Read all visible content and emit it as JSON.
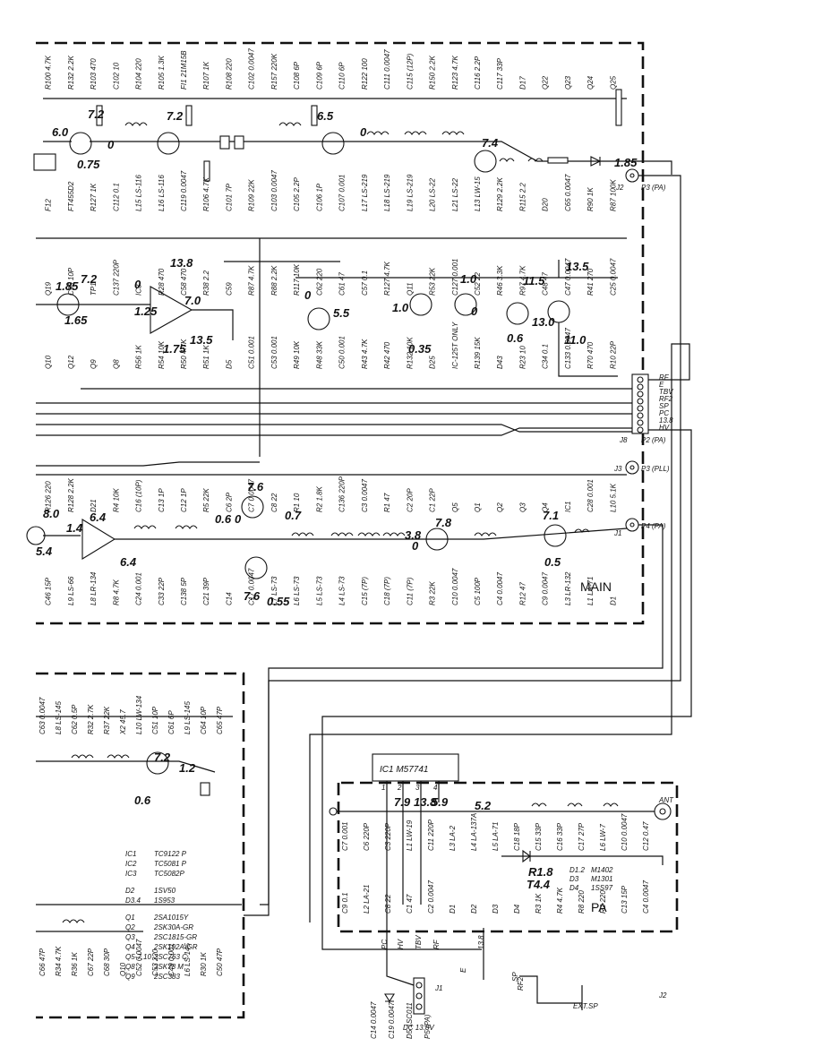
{
  "main_section": {
    "title": "MAIN",
    "voltages": [
      "6.0",
      "0.75",
      "7.2",
      "0",
      "7.2",
      "6.5",
      "0",
      "7.4",
      "1.85",
      "1.85",
      "7.2",
      "1.65",
      "13.8",
      "7.0",
      "1.25",
      "0",
      "1.75",
      "13.5",
      "0",
      "5.5",
      "1.0",
      "1.0",
      "0",
      "0.35",
      "11.5",
      "13.0",
      "0.6",
      "13.5",
      "11.0",
      "8.0",
      "6.4",
      "1.4",
      "5.4",
      "6.4",
      "7.6",
      "0",
      "0.7",
      "7.6",
      "0.55",
      "3.8",
      "7.8",
      "0",
      "7.1",
      "0.5",
      "0.6"
    ],
    "components": [
      "R100 4.7K",
      "R132 2.2K",
      "R103 470",
      "C102 10",
      "R104 220",
      "R105 1.3K",
      "FI1 21M15B",
      "R107 1K",
      "R108 220",
      "C102 0.0047",
      "R157 220K",
      "C108 6P",
      "C109 6P",
      "C110 6P",
      "R122 100",
      "C111 0.0047",
      "C115 (12P)",
      "R150 2.2K",
      "R123 4.7K",
      "C116 2.2P",
      "C117 33P",
      "D17",
      "Q22",
      "Q23",
      "Q24",
      "Q25",
      "F12",
      "FT455D2",
      "R127 1K",
      "C112 0.1",
      "L15 LS-116",
      "L16 LS-116",
      "C119 0.0047",
      "R106 4.7K",
      "C101 7P",
      "R109 22K",
      "C103 0.0047",
      "C105 2.2P",
      "C106 1P",
      "C107 0.001",
      "L17 LS-219",
      "L18 LS-219",
      "L19 LS-219",
      "L20 LS-22",
      "L21 LS-22",
      "L13 LW-15",
      "R129 2.2K",
      "R115 2.2",
      "D20",
      "C65 0.0047",
      "R90 1K",
      "R87 100K",
      "Q19",
      "C90 10P",
      "TP1",
      "C137 220P",
      "IC3",
      "R28 470",
      "C58 470",
      "R38 2.2",
      "C59",
      "R87 4.7K",
      "R88 2.2K",
      "R117 10K",
      "C62 220",
      "C61 47",
      "C57 0.1",
      "R127 4.7K",
      "Q11",
      "R53 22K",
      "C127 0.001",
      "C52 22",
      "R46 3.3K",
      "R97 4.7K",
      "C48 47",
      "C47 0.0047",
      "R41 270",
      "C25 0.0047",
      "Q10",
      "Q12",
      "Q9",
      "Q8",
      "R56 1K",
      "R54 10K",
      "R50 4.7K",
      "R51 1K",
      "D5",
      "C51 0.001",
      "C53 0.001",
      "R49 10K",
      "R48 33K",
      "C50 0.001",
      "R43 4.7K",
      "R42 470",
      "R132 10K",
      "D25",
      "IC-125T ONLY",
      "R139 15K",
      "D43",
      "R23 10",
      "C34 0.1",
      "C133 0.0047",
      "R70 470",
      "R10 22P",
      "R126 220",
      "R128 2.2K",
      "D21",
      "R4 10K",
      "C16 (10P)",
      "C13 1P",
      "C12 1P",
      "R5 22K",
      "C6 2P",
      "C7 0.0047",
      "C8 22",
      "R1 10",
      "R2 1.8K",
      "C136 220P",
      "C3 0.0047",
      "R1 47",
      "C2 20P",
      "C1 22P",
      "Q5",
      "Q1",
      "Q2",
      "Q3",
      "Q4",
      "IC1",
      "C28 0.001",
      "L10 5.1K",
      "C46 15P",
      "L9 LS-66",
      "L8 LR-134",
      "R8 4.7K",
      "C24 0.001",
      "C33 22P",
      "C138 5P",
      "C21 39P",
      "C14",
      "C17 0.0047",
      "L7 LS-73",
      "L6 LS-73",
      "L5 LS-73",
      "L4 LS-73",
      "C15 (7P)",
      "C18 (7P)",
      "C11 (7P)",
      "R3 22K",
      "C10 0.0047",
      "C5 100P",
      "C4 0.0047",
      "R12 47",
      "C9 0.0047",
      "L3 LR-132",
      "L1 LA-71",
      "D1"
    ],
    "connector_labels": [
      "RF",
      "E",
      "TBV",
      "RF2",
      "SP",
      "PC",
      "13.8",
      "HV"
    ],
    "connectors": [
      "J2",
      "P3 (PA)",
      "J8",
      "P2 (PA)",
      "J3",
      "P3 (PLL)",
      "J1",
      "P4 (PA)"
    ]
  },
  "pll_section": {
    "components": [
      "C63 0.0047",
      "L8 LS-145",
      "C62 0.5P",
      "R32 2.7K",
      "R37 22K",
      "X2 45.7",
      "L10 LW-134",
      "C51 10P",
      "C61 6P",
      "L9 LS-145",
      "C64 10P",
      "C65 47P",
      "C66 47P",
      "R34 4.7K",
      "R36 1K",
      "C67 22P",
      "C68 30P",
      "Q10",
      "C52 0.0047",
      "C53 220",
      "C49 0.001",
      "L6 LS-145",
      "R30 1K",
      "C50 47P"
    ],
    "voltages": [
      "7.2",
      "1.2",
      "0.6"
    ],
    "parts_list": [
      {
        "ref": "IC1",
        "part": "TC9122 P"
      },
      {
        "ref": "IC2",
        "part": "TC5081 P"
      },
      {
        "ref": "IC3",
        "part": "TC5082P"
      },
      {
        "ref": "D2",
        "part": "1SV50"
      },
      {
        "ref": "D3.4",
        "part": "1S953"
      },
      {
        "ref": "Q1",
        "part": "2SA1015Y"
      },
      {
        "ref": "Q2",
        "part": "2SK30A-GR"
      },
      {
        "ref": "Q3",
        "part": "2SC1815-GR"
      },
      {
        "ref": "Q4",
        "part": "2SK192A-GR"
      },
      {
        "ref": "Q5-7,10",
        "part": "2SC763 C"
      },
      {
        "ref": "Q8",
        "part": "3SK78 M"
      },
      {
        "ref": "Q9",
        "part": "2SC383"
      }
    ]
  },
  "pa_section": {
    "title": "PA",
    "ic_label": "IC1  M57741",
    "ic_pins": [
      "1",
      "2",
      "3",
      "4"
    ],
    "voltages": [
      "7.9",
      "13.8",
      "5.9",
      "5.2",
      "R1.8",
      "T4.4"
    ],
    "components": [
      "C7 0.001",
      "C6 220P",
      "C3 220P",
      "L1 LW-19",
      "C11 220P",
      "L3 LA-2",
      "L4 LA-137A",
      "L5 LA-71",
      "C18 18P",
      "C15 33P",
      "C16 33P",
      "C17 27P",
      "L6 LW-7",
      "C10 0.0047",
      "C12 0.47",
      "C9 0.1",
      "L2 LA-21",
      "C8 22",
      "C1 47",
      "C2 0.0047",
      "D1",
      "D2",
      "D3",
      "D4",
      "R3 1K",
      "R4 4.7K",
      "R8 220",
      "R2 220",
      "C13 15P",
      "C4 0.0047",
      "C14 0.0047",
      "C19 0.0047",
      "D5 1SC011",
      "P5 (PA)",
      "DC 13.8V",
      "J1",
      "EXT.SP",
      "J2",
      "ANT"
    ],
    "wire_labels": [
      "PC",
      "HV",
      "TBV",
      "RF",
      "13.8",
      "E",
      "SP",
      "RF2"
    ],
    "diode_list": [
      {
        "ref": "D1.2",
        "part": "M1402"
      },
      {
        "ref": "D3",
        "part": "M1301"
      },
      {
        "ref": "D4",
        "part": "1SS97"
      }
    ]
  }
}
